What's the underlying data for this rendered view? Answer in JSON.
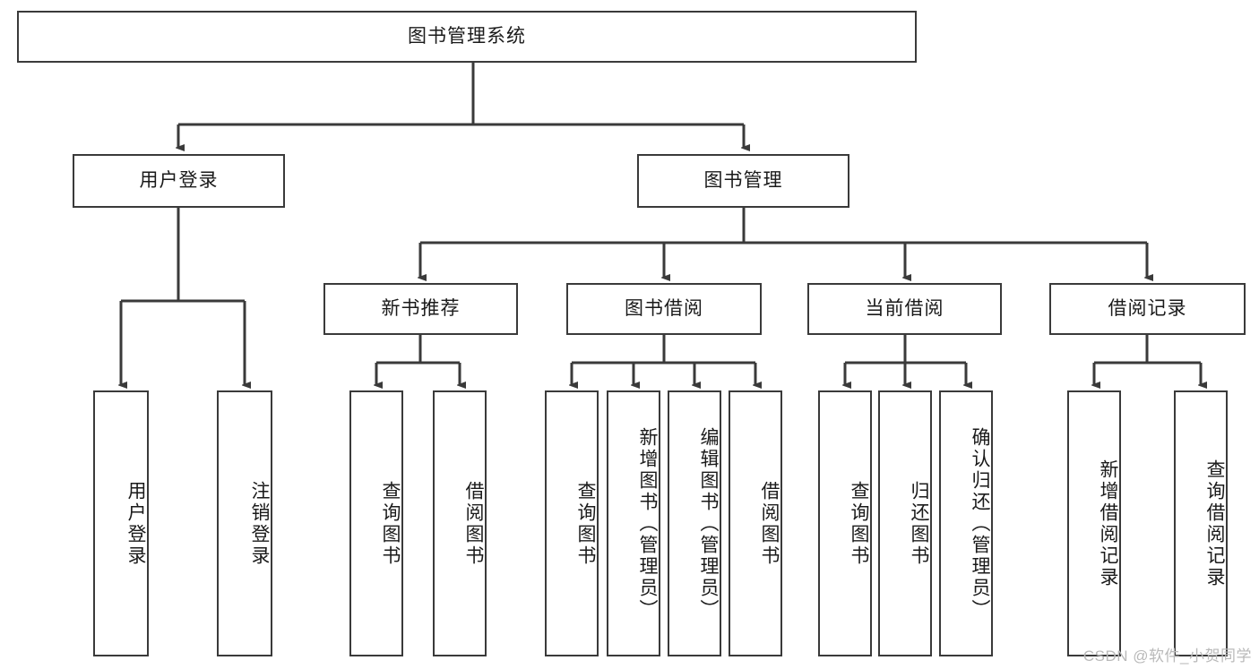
{
  "diagram": {
    "title": "图书管理系统",
    "type": "tree",
    "root": {
      "label": "图书管理系统"
    },
    "level1": [
      {
        "label": "用户登录"
      },
      {
        "label": "图书管理"
      }
    ],
    "level2": [
      {
        "label": "新书推荐"
      },
      {
        "label": "图书借阅"
      },
      {
        "label": "当前借阅"
      },
      {
        "label": "借阅记录"
      }
    ],
    "leaves": {
      "user_login": [
        {
          "label": "用户登录"
        },
        {
          "label": "注销登录"
        }
      ],
      "new_book_recommend": [
        {
          "label": "查询图书"
        },
        {
          "label": "借阅图书"
        }
      ],
      "book_borrow": [
        {
          "label": "查询图书"
        },
        {
          "label": "新增图书（管理员）"
        },
        {
          "label": "编辑图书（管理员）"
        },
        {
          "label": "借阅图书"
        }
      ],
      "current_borrow": [
        {
          "label": "查询图书"
        },
        {
          "label": "归还图书"
        },
        {
          "label": "确认归还（管理员）"
        }
      ],
      "borrow_record": [
        {
          "label": "新增借阅记录"
        },
        {
          "label": "查询借阅记录"
        }
      ]
    }
  },
  "watermark": {
    "text": "CSDN @软件_小贺同学"
  },
  "colors": {
    "background": "#ffffff",
    "border": "#3a3a3a",
    "text": "#1a1a1a",
    "watermark": "#b9b9b9"
  }
}
